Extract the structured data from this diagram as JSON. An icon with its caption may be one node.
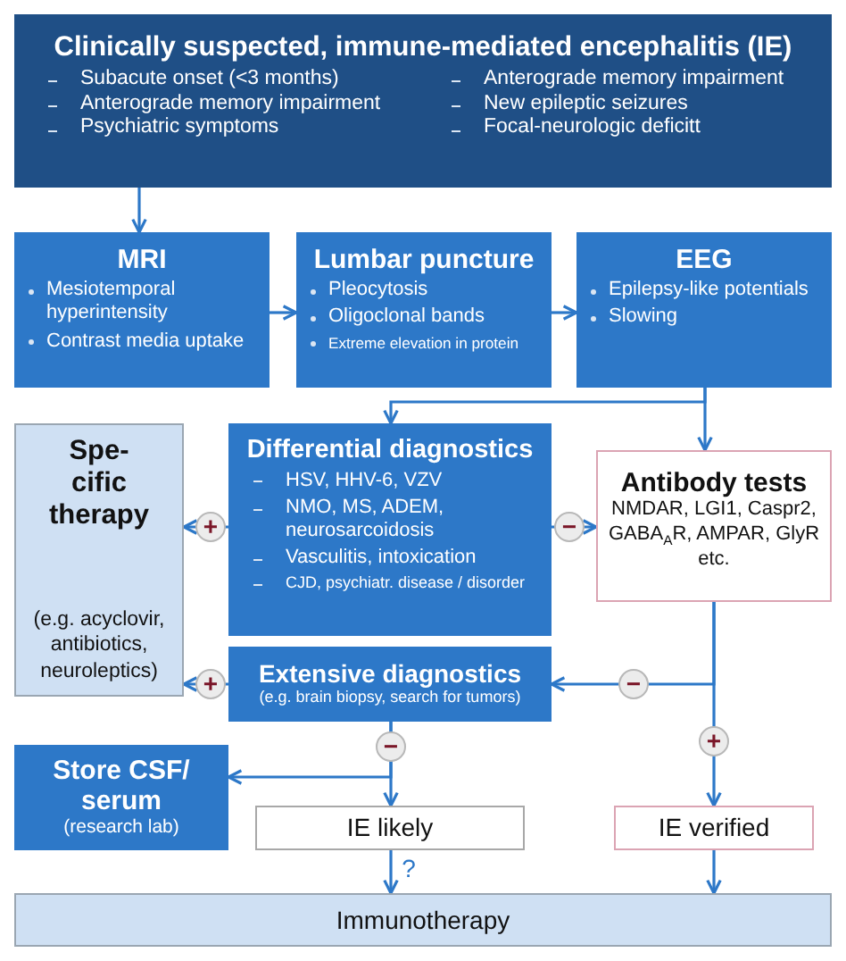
{
  "diagram": {
    "nodes": [
      {
        "text": [
          "Clinically suspected, immune-mediated encephalitis (IE)",
          "Subacute onset (<3 months)",
          "Anterograde memory impairment",
          "Psychiatric symptoms",
          "Anterograde memory impairment",
          "New epileptic seizures",
          "Focal-neurologic deficitt"
        ]
      },
      {
        "text": [
          "MRI",
          "Mesiotemporal hyperintensity",
          "Contrast media uptake"
        ]
      },
      {
        "text": [
          "Lumbar puncture",
          "Pleocytosis",
          "Oligoclonal bands",
          "Extreme elevation in protein"
        ]
      },
      {
        "text": [
          "EEG",
          "Epilepsy-like potentials",
          "Slowing"
        ]
      },
      {
        "text": [
          "Spe- cific therapy",
          "(e.g. acyclovir, antibiotics, neuroleptics)"
        ]
      },
      {
        "text": [
          "Differential diagnostics",
          "HSV, HHV-6, VZV",
          "NMO, MS, ADEM, neurosarcoidosis",
          "Vasculitis, intoxication",
          "CJD, psychiatr. disease / disorder"
        ]
      },
      {
        "text": [
          "Antibody tests",
          "NMDAR, LGI1, Caspr2, GABA$_{A}$R, AMPAR, GlyR etc."
        ]
      },
      {
        "text": [
          "Extensive diagnostics",
          "(e.g. brain biopsy, search for tumors)"
        ]
      },
      {
        "text": [
          "Store CSF/ serum",
          "(research lab)"
        ]
      },
      {
        "text": [
          "IE likely"
        ]
      },
      {
        "text": [
          "IE verified"
        ]
      },
      {
        "text": [
          "Immunotherapy"
        ]
      }
    ],
    "edges": [
      {
        "from": 0,
        "to": 1,
        "arrow": "to"
      },
      {
        "from": 1,
        "to": 2,
        "arrow": "to"
      },
      {
        "from": 2,
        "to": 3,
        "arrow": "to"
      },
      {
        "from": 3,
        "to": 5,
        "arrow": "to"
      },
      {
        "from": 3,
        "to": 6,
        "arrow": "to"
      },
      {
        "from": 5,
        "to": 4,
        "arrow": "to",
        "label": "+"
      },
      {
        "from": 5,
        "to": 6,
        "arrow": "to",
        "label": "−"
      },
      {
        "from": 6,
        "to": 7,
        "arrow": "to",
        "label": "−"
      },
      {
        "from": 6,
        "to": 10,
        "arrow": "to",
        "label": "+"
      },
      {
        "from": 7,
        "to": 4,
        "arrow": "to",
        "label": "+"
      },
      {
        "from": 7,
        "to": 9,
        "arrow": "to",
        "label": "−"
      },
      {
        "from": 7,
        "to": 8,
        "arrow": "to"
      },
      {
        "from": 9,
        "to": 11,
        "arrow": "to",
        "label": "?"
      },
      {
        "from": 10,
        "to": 11,
        "arrow": "to"
      }
    ]
  }
}
